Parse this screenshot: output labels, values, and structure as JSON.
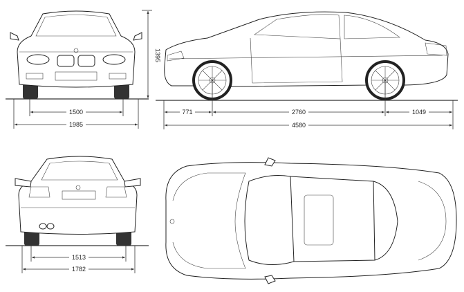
{
  "dimensions": {
    "front_track": "1500",
    "overall_width": "1985",
    "height": "1395",
    "front_overhang": "771",
    "wheelbase": "2760",
    "rear_overhang": "1049",
    "overall_length": "4580",
    "rear_track": "1513",
    "rear_width": "1782"
  }
}
